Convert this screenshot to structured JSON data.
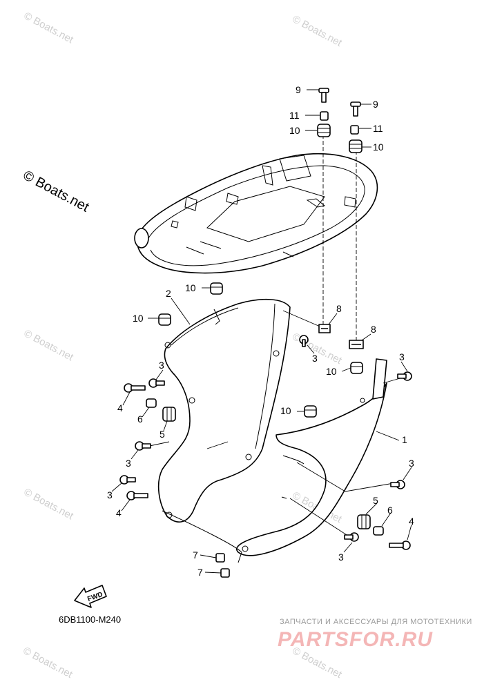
{
  "watermarks": {
    "repeat_text": "© Boats.net",
    "main_text": "© Boats.net"
  },
  "diagram_code": "6DB1100-M240",
  "fwd_label": "FWD",
  "shop": {
    "tagline": "ЗАПЧАСТИ И АКСЕССУАРЫ ДЛЯ МОТОТЕХНИКИ",
    "logo": "PARTSFOR.RU"
  },
  "callouts": [
    "9",
    "11",
    "10",
    "9",
    "11",
    "10",
    "10",
    "10",
    "2",
    "8",
    "8",
    "3",
    "3",
    "10",
    "4",
    "6",
    "5",
    "3",
    "3",
    "10",
    "1",
    "3",
    "3",
    "4",
    "5",
    "6",
    "4",
    "3",
    "7",
    "7"
  ]
}
